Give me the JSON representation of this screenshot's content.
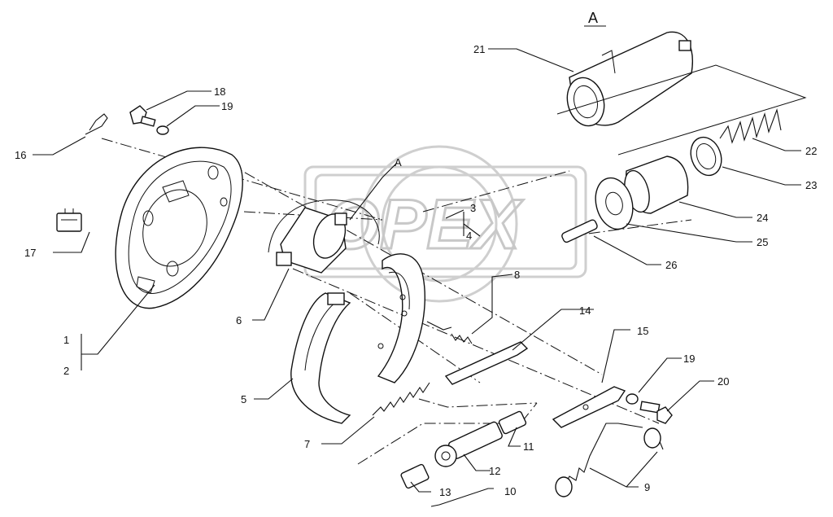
{
  "diagram": {
    "view_label": "A",
    "watermark": "OPEX",
    "labels": [
      {
        "id": "1",
        "text": "1"
      },
      {
        "id": "2",
        "text": "2"
      },
      {
        "id": "3",
        "text": "3"
      },
      {
        "id": "4",
        "text": "4"
      },
      {
        "id": "5",
        "text": "5"
      },
      {
        "id": "6",
        "text": "6"
      },
      {
        "id": "7",
        "text": "7"
      },
      {
        "id": "8",
        "text": "8"
      },
      {
        "id": "9",
        "text": "9"
      },
      {
        "id": "10",
        "text": "10"
      },
      {
        "id": "11",
        "text": "11"
      },
      {
        "id": "12",
        "text": "12"
      },
      {
        "id": "13",
        "text": "13"
      },
      {
        "id": "14",
        "text": "14"
      },
      {
        "id": "15",
        "text": "15"
      },
      {
        "id": "16",
        "text": "16"
      },
      {
        "id": "17",
        "text": "17"
      },
      {
        "id": "18",
        "text": "18"
      },
      {
        "id": "19a",
        "text": "19"
      },
      {
        "id": "19b",
        "text": "19"
      },
      {
        "id": "20",
        "text": "20"
      },
      {
        "id": "21",
        "text": "21"
      },
      {
        "id": "22",
        "text": "22"
      },
      {
        "id": "23",
        "text": "23"
      },
      {
        "id": "24",
        "text": "24"
      },
      {
        "id": "25",
        "text": "25"
      },
      {
        "id": "26",
        "text": "26"
      },
      {
        "id": "a",
        "text": "A"
      }
    ]
  }
}
